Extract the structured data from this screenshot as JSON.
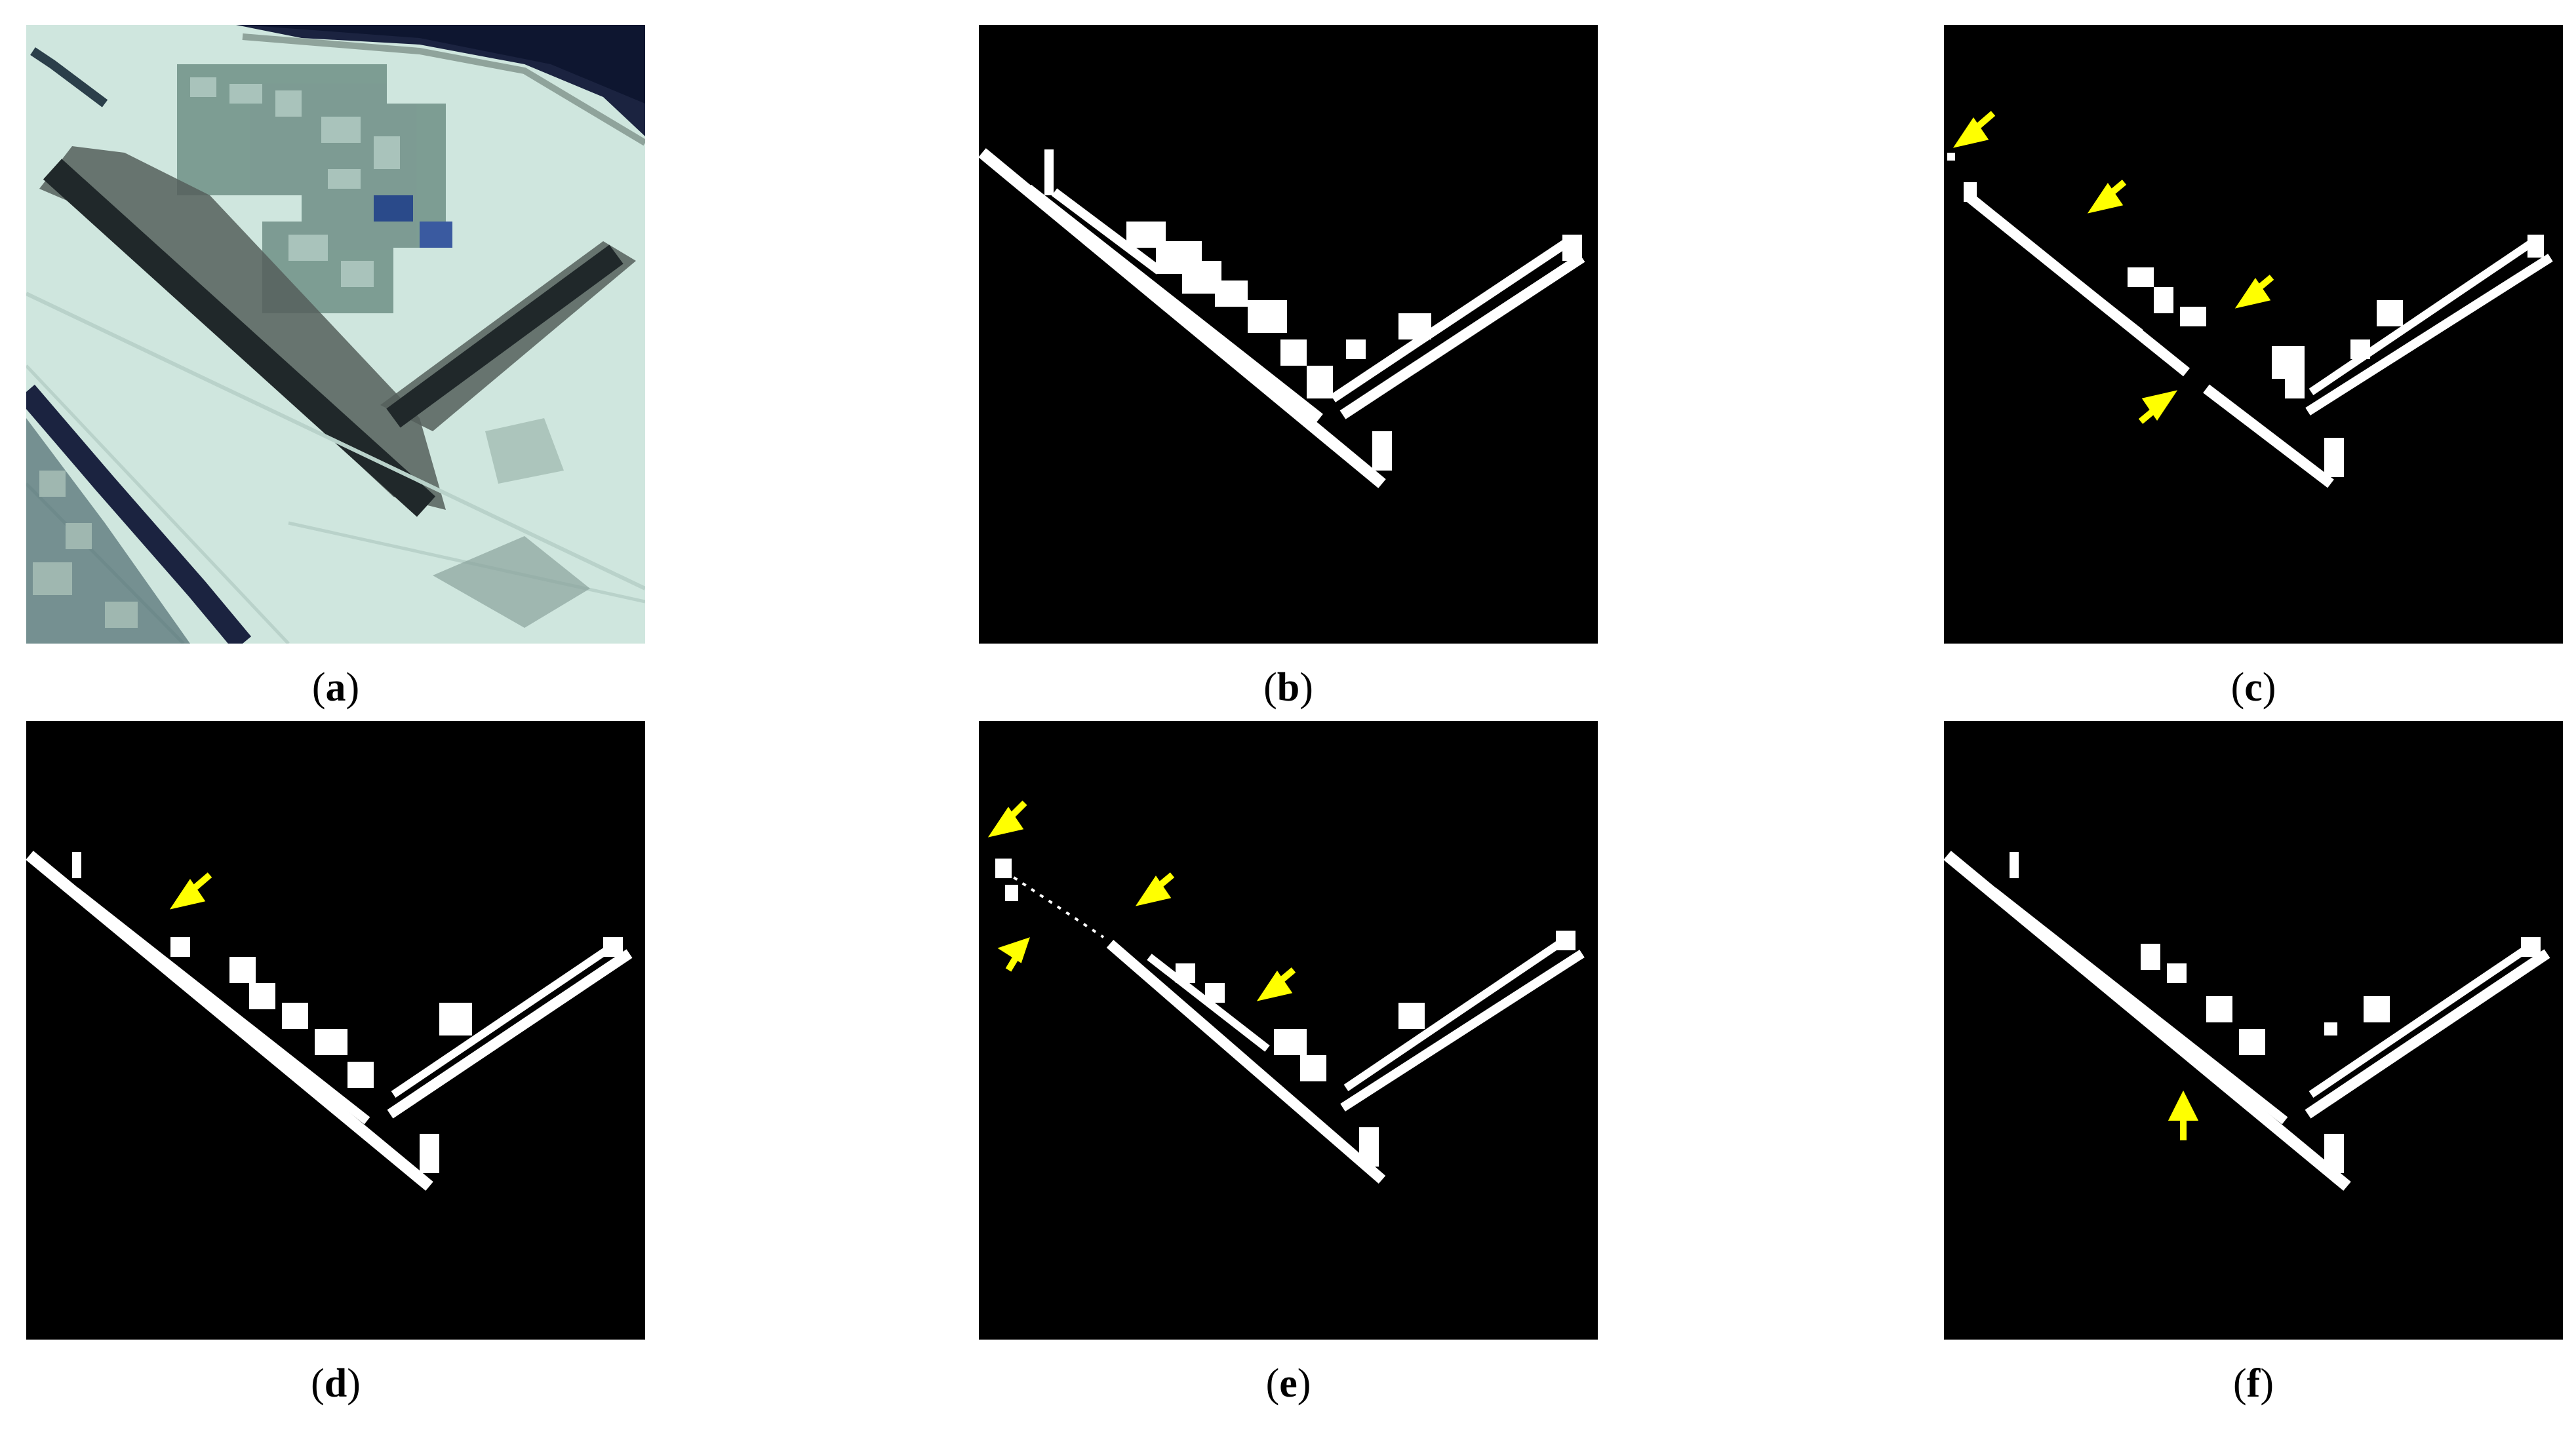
{
  "figure": {
    "panels": [
      {
        "id": "a",
        "caption_open": "(",
        "letter": "a",
        "caption_close": ")",
        "kind": "satellite-image"
      },
      {
        "id": "b",
        "caption_open": "(",
        "letter": "b",
        "caption_close": ")",
        "kind": "ground-truth-mask"
      },
      {
        "id": "c",
        "caption_open": "(",
        "letter": "c",
        "caption_close": ")",
        "kind": "predicted-mask",
        "arrow_count": 4
      },
      {
        "id": "d",
        "caption_open": "(",
        "letter": "d",
        "caption_close": ")",
        "kind": "predicted-mask",
        "arrow_count": 1
      },
      {
        "id": "e",
        "caption_open": "(",
        "letter": "e",
        "caption_close": ")",
        "kind": "predicted-mask",
        "arrow_count": 4
      },
      {
        "id": "f",
        "caption_open": "(",
        "letter": "f",
        "caption_close": ")",
        "kind": "predicted-mask",
        "arrow_count": 1
      }
    ],
    "colors": {
      "mask_background": "#000000",
      "mask_foreground": "#ffffff",
      "arrow": "#ffff00",
      "snow": "#cfe6de",
      "runway": "#2e3a36",
      "water": "#1b2340"
    }
  }
}
